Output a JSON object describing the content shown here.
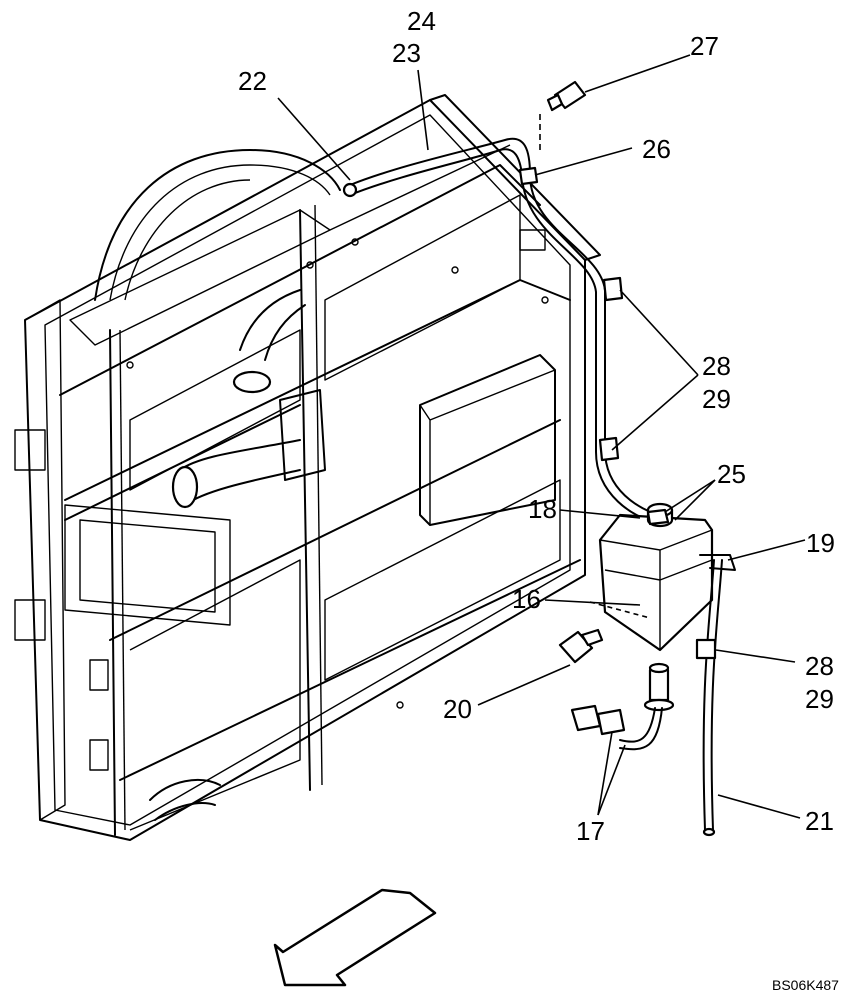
{
  "figure_ref": "BS06K487",
  "callouts": {
    "c16": "16",
    "c17": "17",
    "c18": "18",
    "c19": "19",
    "c20": "20",
    "c21": "21",
    "c22": "22",
    "c23": "23",
    "c24": "24",
    "c25": "25",
    "c26": "26",
    "c27": "27",
    "c28a": "28",
    "c29a": "29",
    "c28b": "28",
    "c29b": "29"
  },
  "icons": {
    "direction_arrow": "front-direction-arrow-icon"
  }
}
